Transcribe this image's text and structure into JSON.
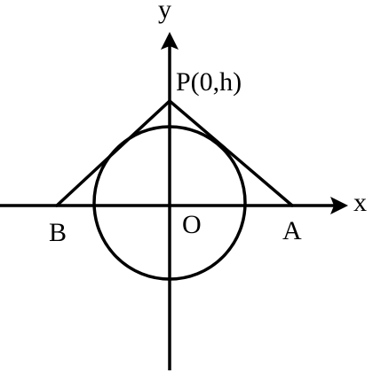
{
  "labels": {
    "x_axis": "x",
    "y_axis": "y",
    "point_p": "P(0,h)",
    "point_a": "A",
    "point_b": "B",
    "origin": "O"
  },
  "colors": {
    "stroke": "#000000",
    "background": "#ffffff"
  }
}
